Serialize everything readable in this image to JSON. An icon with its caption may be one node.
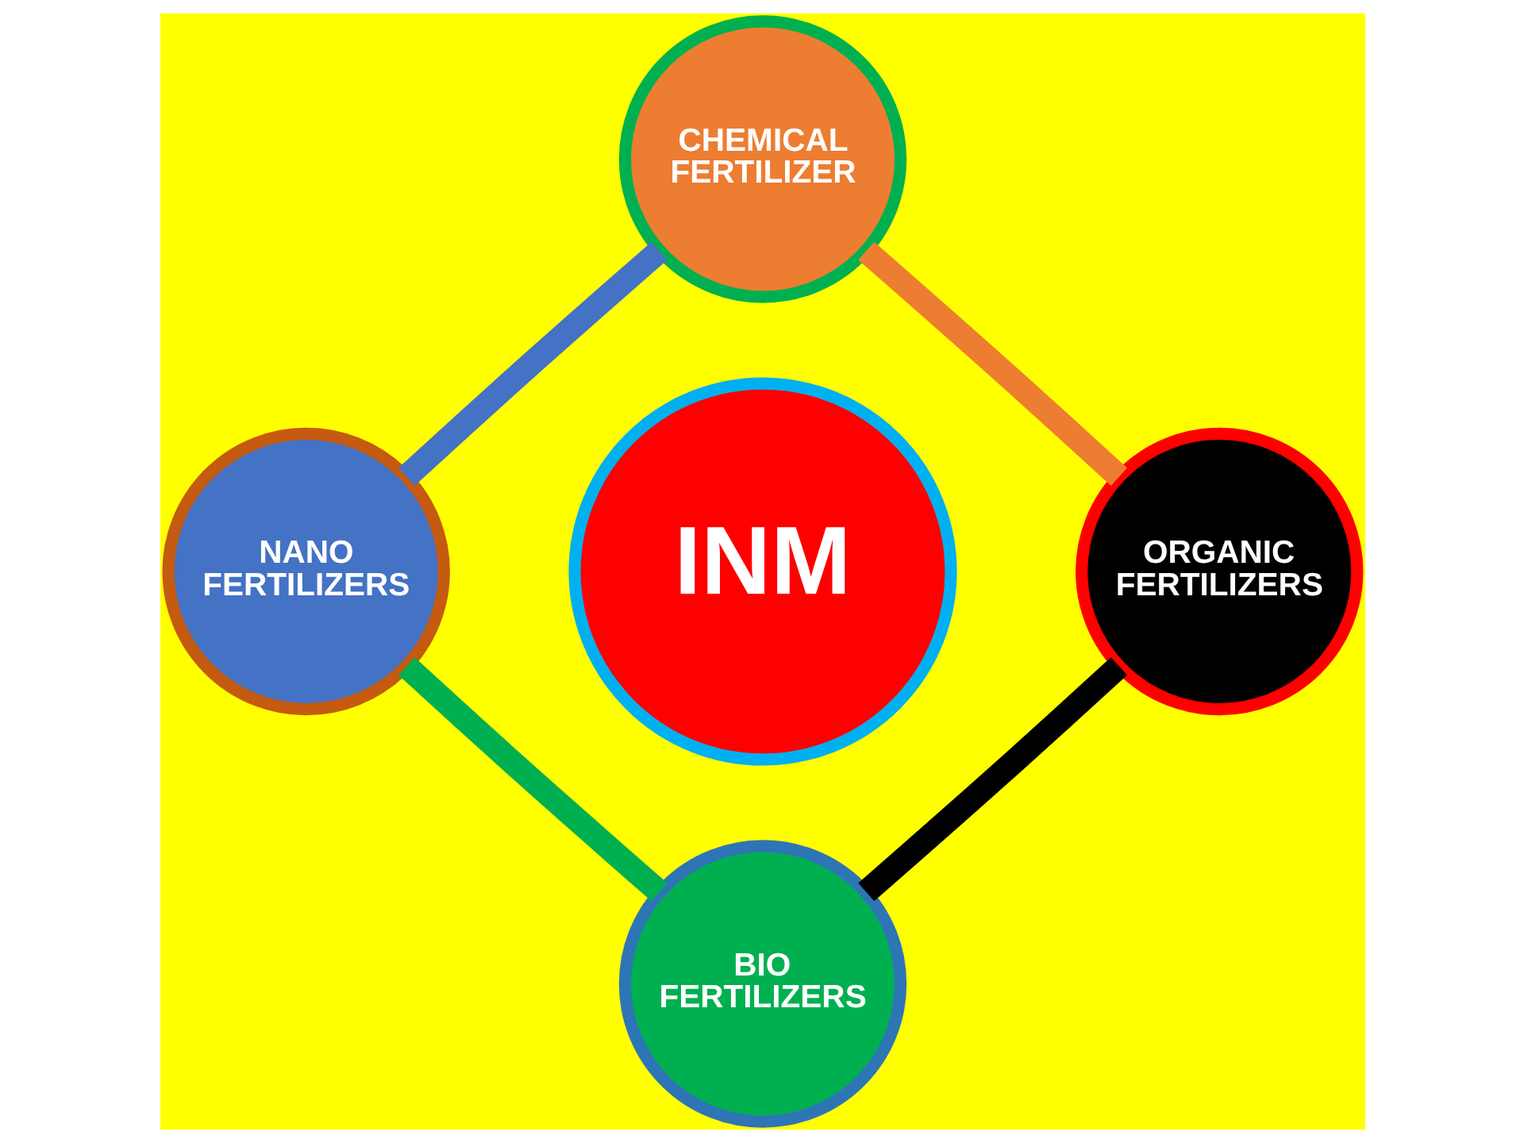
{
  "diagram": {
    "nodes": [
      {
        "text": [
          "CHEMICAL FERTILIZER"
        ]
      },
      {
        "text": [
          "NANO FERTILIZERS"
        ]
      },
      {
        "text": [
          "INM"
        ]
      },
      {
        "text": [
          "ORGANIC FERTILIZERS"
        ]
      },
      {
        "text": [
          "BIO FERTILIZERS"
        ]
      }
    ],
    "edges": [
      {
        "from": 0,
        "to": 3,
        "arrow": "none",
        "color": "#ed7d31"
      },
      {
        "from": 3,
        "to": 4,
        "arrow": "none",
        "color": "#000000"
      },
      {
        "from": 4,
        "to": 1,
        "arrow": "none",
        "color": "#00b050"
      },
      {
        "from": 1,
        "to": 0,
        "arrow": "none",
        "color": "#4472c4"
      }
    ]
  }
}
